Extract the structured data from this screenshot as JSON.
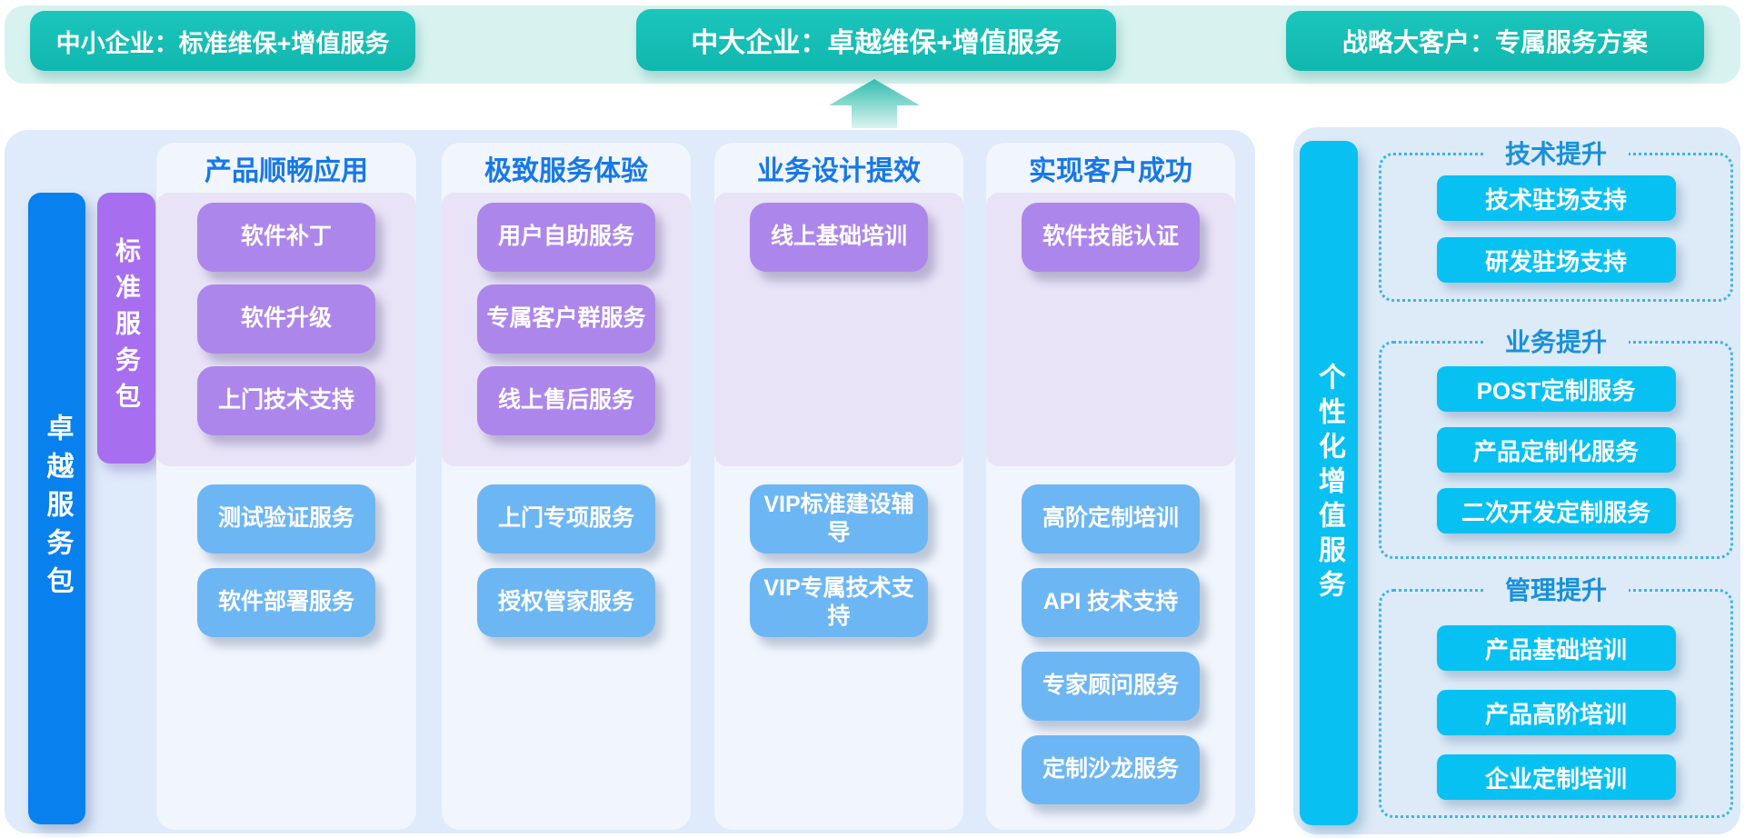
{
  "banners": [
    {
      "label": "中小企业：标准维保+增值服务"
    },
    {
      "label": "中大企业：卓越维保+增值服务"
    },
    {
      "label": "战略大客户：专属服务方案"
    }
  ],
  "main": {
    "excellent_bar_label": "卓越服务包",
    "standard_bar_label": "标准服务包",
    "columns": [
      {
        "header": "产品顺畅应用",
        "standard": [
          "软件补丁",
          "软件升级",
          "上门技术支持"
        ],
        "excellent": [
          "测试验证服务",
          "软件部署服务"
        ]
      },
      {
        "header": "极致服务体验",
        "standard": [
          "用户自助服务",
          "专属客户群服务",
          "线上售后服务"
        ],
        "excellent": [
          "上门专项服务",
          "授权管家服务"
        ]
      },
      {
        "header": "业务设计提效",
        "standard": [
          "线上基础培训"
        ],
        "excellent": [
          "VIP标准建设辅导",
          "VIP专属技术支持"
        ]
      },
      {
        "header": "实现客户成功",
        "standard": [
          "软件技能认证"
        ],
        "excellent": [
          "高阶定制培训",
          "API 技术支持",
          "专家顾问服务",
          "定制沙龙服务"
        ]
      }
    ]
  },
  "right": {
    "bar_label": "个性化增值服务",
    "groups": [
      {
        "title": "技术提升",
        "items": [
          "技术驻场支持",
          "研发驻场支持"
        ]
      },
      {
        "title": "业务提升",
        "items": [
          "POST定制服务",
          "产品定制化服务",
          "二次开发定制服务"
        ]
      },
      {
        "title": "管理提升",
        "items": [
          "产品基础培训",
          "产品高阶培训",
          "企业定制培训"
        ]
      }
    ]
  },
  "colors": {
    "strip_bg": "#d8f3ef",
    "banner_teal": "#14bfb6",
    "header_blue": "#1778e8",
    "standard_chip_purple": "#ad86ec",
    "excellent_chip_blue": "#6db6f4",
    "excellent_bar_blue": "#0880ee",
    "standard_bar_purple": "#a76ef0",
    "personalized_bar_cyan": "#09c0f2",
    "cyan_button": "#07c1f3",
    "dashed_border_cyan": "#3ab5e6",
    "main_panel_bg": "#dfeafa",
    "right_panel_bg": "#ddeaf8",
    "lavender_band_bg": "#e8e3f7"
  }
}
